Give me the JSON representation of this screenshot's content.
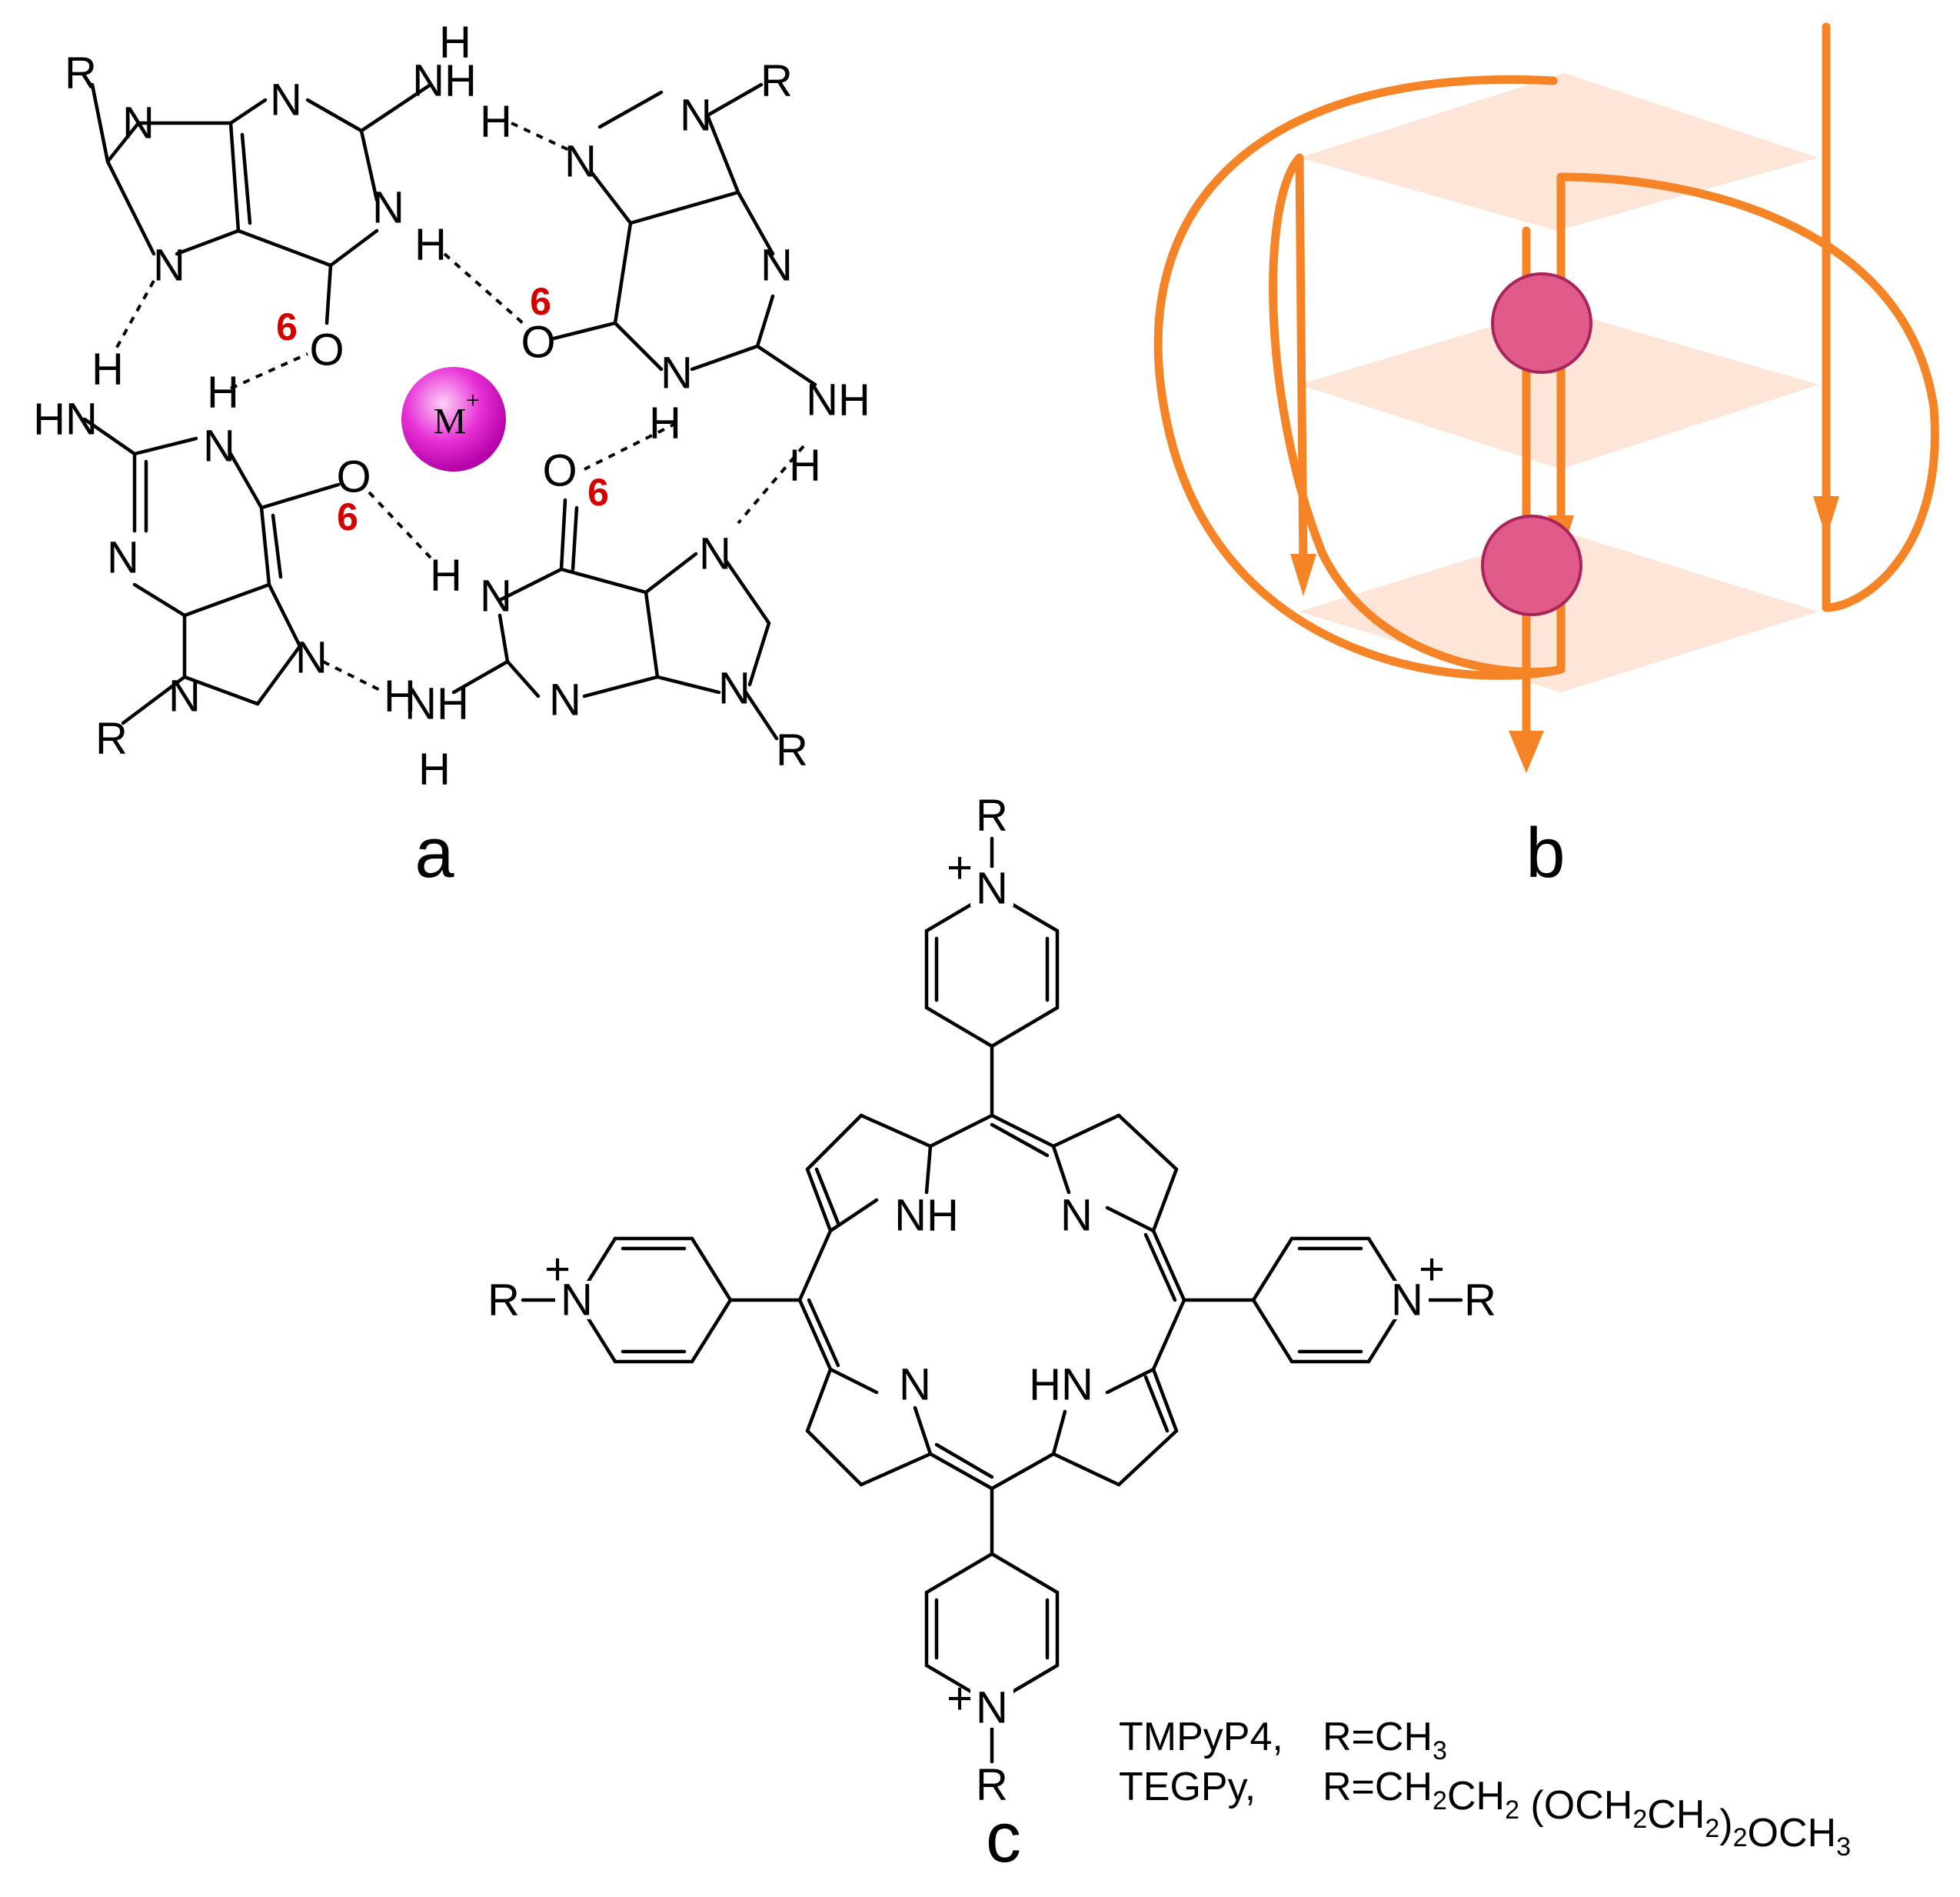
{
  "panels": {
    "a": "a",
    "b": "b",
    "c": "c"
  },
  "tetrad": {
    "metal_ion": "M",
    "metal_charge": "+",
    "o6_label": "6",
    "atoms": {
      "N": "N",
      "NH": "NH",
      "HN": "HN",
      "H": "H",
      "O": "O",
      "R": "R"
    }
  },
  "quadruplex": {
    "strand_color": "#f58426",
    "plane_color": "#fde2d3",
    "ion_color": "#e05a8a"
  },
  "porphyrin": {
    "atoms": {
      "NH": "NH",
      "HN": "HN",
      "N": "N",
      "R": "R",
      "plus": "+"
    },
    "legend": [
      {
        "name": "TMPyP4,",
        "formula": [
          [
            "R=CH",
            ""
          ],
          [
            "3",
            "sub"
          ]
        ]
      },
      {
        "name": "TEGPy,",
        "formula": [
          [
            "R=CH",
            ""
          ],
          [
            "2",
            "sub"
          ],
          [
            "CH",
            ""
          ],
          [
            "2",
            "sub"
          ],
          [
            " (OCH",
            ""
          ],
          [
            "2",
            "sub"
          ],
          [
            "CH",
            ""
          ],
          [
            "2",
            "sub"
          ],
          [
            ")",
            ""
          ],
          [
            "2",
            "sub"
          ],
          [
            "OCH",
            ""
          ],
          [
            "3",
            "sub"
          ]
        ]
      }
    ]
  }
}
